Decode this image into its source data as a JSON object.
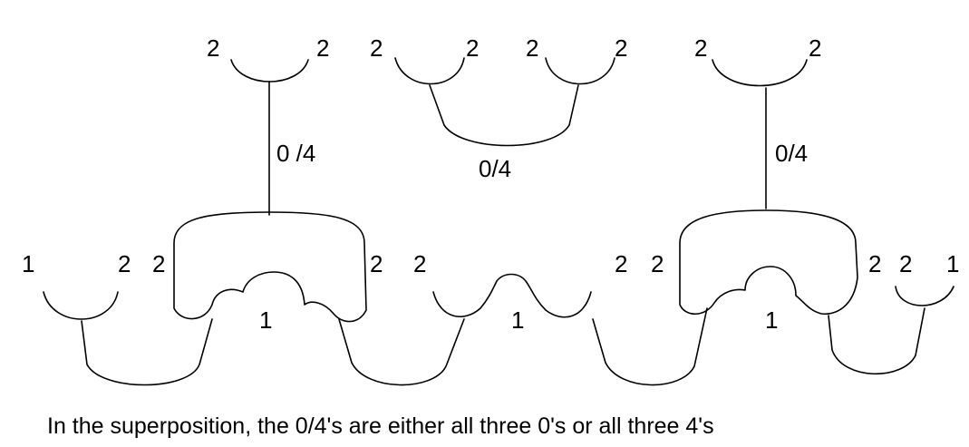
{
  "labels": {
    "top_left": {
      "left": "2",
      "right": "2",
      "edge": "0 /4"
    },
    "top_mid_left": {
      "left": "2",
      "right": "2"
    },
    "top_mid_right": {
      "left": "2",
      "right": "2"
    },
    "top_mid_edge": "0/4",
    "top_right": {
      "left": "2",
      "right": "2",
      "edge": "0/4"
    },
    "bottom": {
      "far_left": {
        "left": "1",
        "right": "2"
      },
      "cap_left": {
        "left": "2",
        "right": "2",
        "inner": "1"
      },
      "mid_cup": {
        "left": "2",
        "right": "2",
        "inner": "1"
      },
      "cap_right": {
        "left": "2",
        "right": "2",
        "inner": "1"
      },
      "far_right": {
        "left": "2",
        "right": "1"
      }
    }
  },
  "caption": "In the superposition, the 0/4's are either all three 0's or all three 4's"
}
